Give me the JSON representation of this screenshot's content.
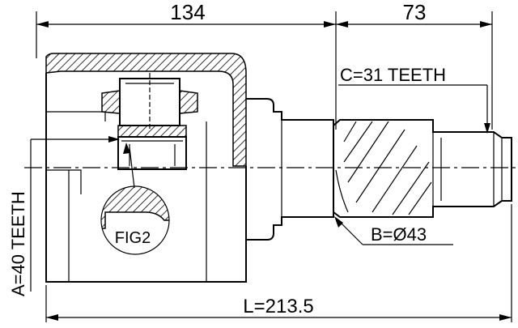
{
  "dimensions": {
    "top_left": "134",
    "top_right": "73",
    "overall": "L=213.5"
  },
  "callouts": {
    "outer_teeth": "A=40 TEETH",
    "shaft_teeth": "C=31 TEETH",
    "shaft_diameter": "B=Ø43",
    "figure": "FIG2"
  }
}
